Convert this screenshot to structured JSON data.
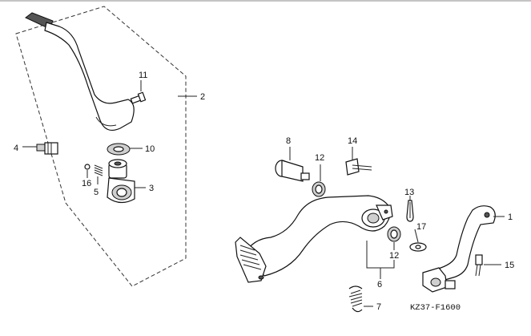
{
  "diagram": {
    "code": "KZ37-F1600",
    "callouts": {
      "c1": "1",
      "c2": "2",
      "c3": "3",
      "c4": "4",
      "c5": "5",
      "c6": "6",
      "c7": "7",
      "c8": "8",
      "c10": "10",
      "c11": "11",
      "c12a": "12",
      "c12b": "12",
      "c13": "13",
      "c14": "14",
      "c15": "15",
      "c16": "16",
      "c17": "17"
    }
  }
}
